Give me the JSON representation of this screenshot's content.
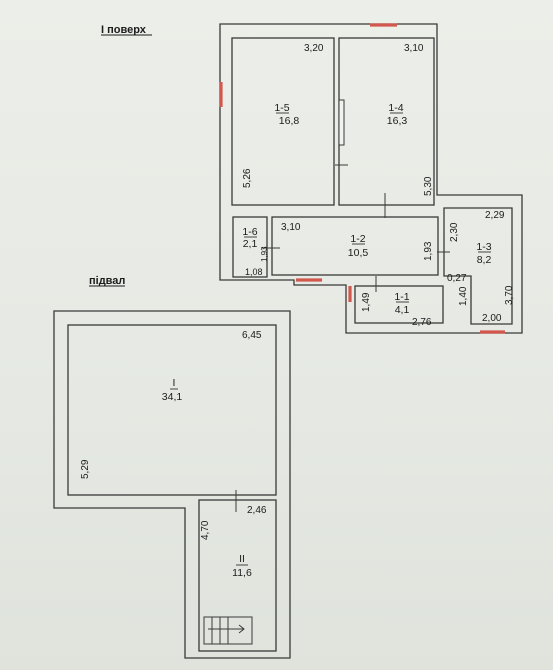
{
  "floor_title": "I поверх",
  "basement_title": "підвал",
  "colors": {
    "wall": "#3a3a3a",
    "door_accent": "#d2584d",
    "paper": "#eceee9"
  },
  "rooms": {
    "r1_5": {
      "id": "1-5",
      "area": "16,8",
      "width": "3,20",
      "height": "5,26"
    },
    "r1_4": {
      "id": "1-4",
      "area": "16,3",
      "width": "3,10",
      "height": "5,30"
    },
    "r1_6": {
      "id": "1-6",
      "area": "2,1",
      "width": "1,08",
      "height": "1,93"
    },
    "r1_2": {
      "id": "1-2",
      "area": "10,5",
      "width": "3,10",
      "height": "1,93"
    },
    "r1_3": {
      "id": "1-3",
      "area": "8,2",
      "width": "2,29",
      "height_a": "2,30",
      "offset": "0,27",
      "height_b": "1,40",
      "height_c": "3,70",
      "width_b": "2,00"
    },
    "r1_1": {
      "id": "1-1",
      "area": "4,1",
      "width": "2,76",
      "height": "1,49"
    },
    "rI": {
      "id": "I",
      "area": "34,1",
      "width": "6,45",
      "height": "5,29"
    },
    "rII": {
      "id": "II",
      "area": "11,6",
      "width": "2,46",
      "height": "4,70"
    }
  }
}
